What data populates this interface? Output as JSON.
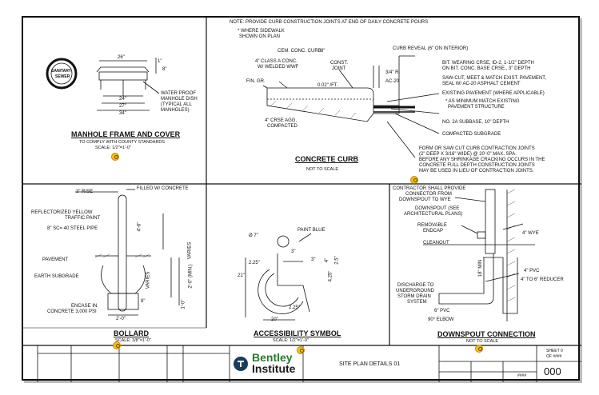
{
  "top_notes": {
    "line1": "NOTE: PROVIDE CURB CONSTRUCTION JOINTS AT END OF DAILY CONCRETE POURS",
    "line2": "* WHERE SIDEWALK",
    "line3": "SHOWN ON PLAN"
  },
  "manhole": {
    "seal_line1": "SANITARY",
    "seal_line2": "SEWER",
    "dim_26": "26\"",
    "dim_24": "24\"",
    "dim_27": "27\"",
    "dim_34": "34\"",
    "dim_1": "1\"",
    "dim_8": "8\"",
    "note1": "WATER PROOF",
    "note2": "MANHOLE DISH",
    "note3": "(TYPICAL ALL",
    "note4": "MANHOLES)",
    "title": "MANHOLE FRAME AND COVER",
    "sub1": "TO COMPLY WITH COUNTY STANDARDS",
    "sub2": "SCALE: 1/2\"=1'-0\""
  },
  "curb": {
    "l_cem": "CEM. CONC. CURB",
    "l_8": "8\"",
    "l_class": "4\" CLASS A CONC.",
    "l_mesh": "W/ WELDED WWF",
    "l_const": "CONST.",
    "l_joint": "JOINT",
    "l_fin": "FIN. GR.",
    "l_slope": "0.02\" /FT.",
    "l_crse1": "4\" CRSE AGG.",
    "l_crse2": "COMPACTED",
    "r_reveal": "CURB REVEAL (6\" ON INTERIOR)",
    "r_bit1": "BIT. WEARING CRSE, ID-2, 1-1/2\" DEPTH",
    "r_bit2": "ON BIT. CONC. BASE CRSE., 3\" DEPTH",
    "r_saw1": "SAW-CUT, MEET & MATCH EXIST. PAVEMENT,",
    "r_saw2": "SEAL W/ AC-20 ASPHALT CEMENT",
    "r_exist": "EXISTING PAVEMENT (WHERE APPLICABLE)",
    "r_min1": "* AS MINIMUM MATCH EXISTING",
    "r_min2": "PAVEMENT STRUCTURE",
    "r_sub": "NO. 2A SUBBASE, 10\" DEPTH",
    "r_comp": "COMPACTED SUBGRADE",
    "d_34": "3/4\" R.",
    "d_ac": "AC-20",
    "f1": "FORM OR SAW CUT CURB CONTRACTION JOINTS",
    "f2": "(2\" DEEP X 3/16\" WIDE) @ 20'-0\" MAX. SPA.",
    "f3": "BEFORE ANY SHRINKAGE CRACKING OCCURS IN THE",
    "f4": "CONCRETE FULL DEPTH CONSTRUCTION JOINTS",
    "f5": "MAY BE USED IN LIEU OF CONTRACTION JOINTS.",
    "title": "CONCRETE CURB",
    "sub": "NOT TO SCALE"
  },
  "bollard": {
    "rise": "3\" RISE",
    "filled": "FILLED W/ CONCRETE",
    "paint1": "REFLECTORIZED YELLOW",
    "paint2": "TRAFFIC PAINT",
    "pipe": "8\" SC= 40 STEEL PIPE",
    "pavement": "PAVEMENT",
    "earth": "EARTH SUBGRADE",
    "enc1": "ENCASE IN",
    "enc2": "CONCRETE 3,000 PSI",
    "d_46": "4'-6\"",
    "d_varies": "VARIES",
    "d_varies2": "VARIES",
    "d_2min": "2'-0\" (MIN.)",
    "d_10": "1'-0\"",
    "d_8": "8\"",
    "d_20": "2'-0\"",
    "title": "BOLLARD",
    "sub": "SCALE: 3/8\"=1'-0\""
  },
  "access": {
    "paint": "PAINT BLUE",
    "d7": "Ø 7\"",
    "d3a": "3\"",
    "d3b": "3\"",
    "d225": "2.25\"",
    "d21": "21\"",
    "d4": "4\"",
    "d25": "2.5\"",
    "d425": "4.25\"",
    "d20": "20\"",
    "d225b": "2.25\"",
    "title": "ACCESSIBILITY SYMBOL",
    "sub": "SCALE: 1/2\"=1'-0\""
  },
  "downspout": {
    "c1": "CONTRACTOR SHALL PROVIDE",
    "c2": "CONNECTOR FROM",
    "c3": "DOWNSPOUT TO WYE",
    "ds1": "DOWNSPOUT (SEE",
    "ds2": "ARCHITECTURAL PLANS)",
    "rem1": "REMOVABLE",
    "rem2": "ENDCAP",
    "cleanout": "CLEANOUT",
    "wye": "4\" WYE",
    "pvc": "4\" PVC",
    "reducer": "4\" TO 6\" REDUCER",
    "dis1": "DISCHARGE TO",
    "dis2": "UNDERGROUND",
    "dis3": "STORM DRAIN",
    "dis4": "SYSTEM",
    "pvc6": "6\" PVC",
    "elbow": "90° ELBOW",
    "min": "18\" MIN",
    "title": "DOWNSPOUT CONNECTION",
    "sub": "NOT TO SCALE"
  },
  "titleblock": {
    "logo1": "Bentley",
    "logo2": "Institute",
    "sheet_title": "SITE PLAN DETAILS 01",
    "sheet_of1": "SHEET 0",
    "sheet_of2": "OF ####",
    "sheet_num": "000",
    "proj_num": "####"
  }
}
